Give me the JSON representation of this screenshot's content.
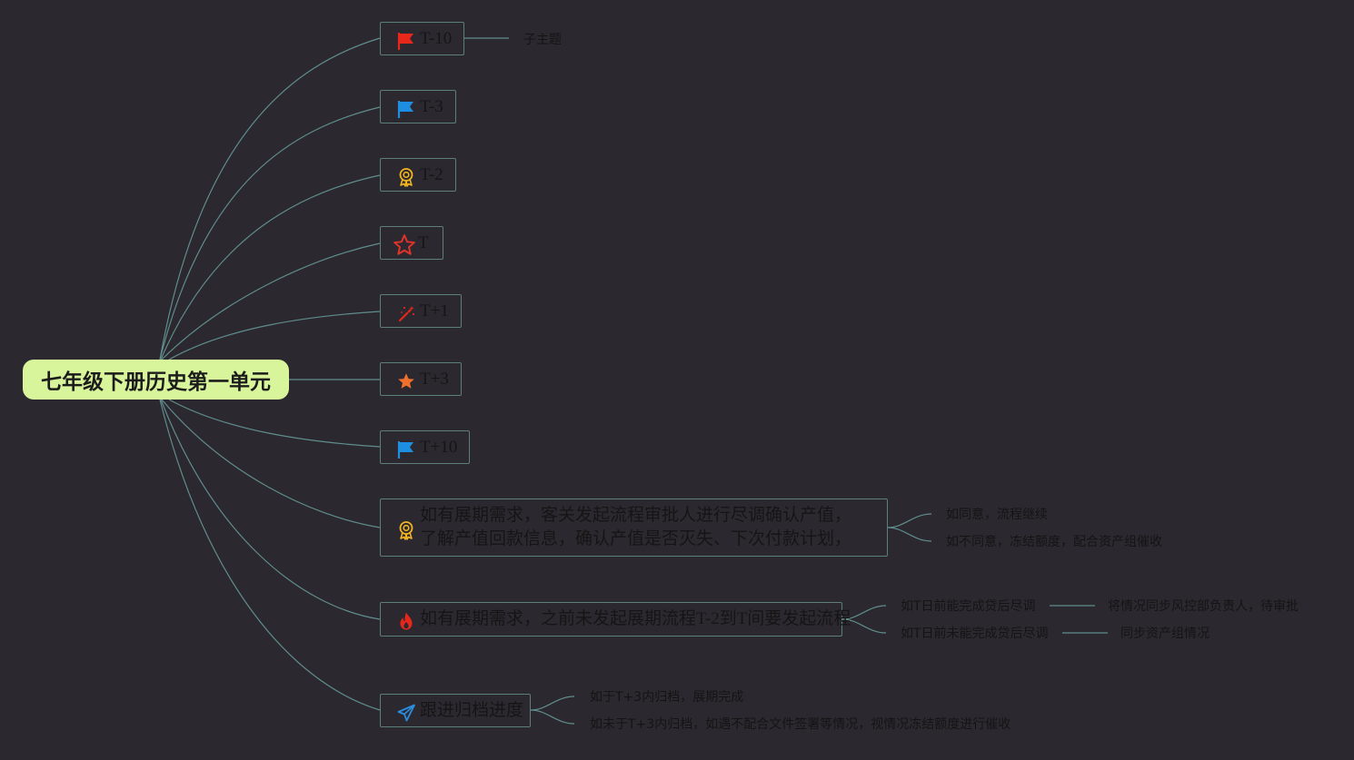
{
  "root": {
    "label": "七年级下册历史第一单元"
  },
  "topics": [
    {
      "id": "t-10",
      "label": "T-10",
      "icon": "flag-red-icon"
    },
    {
      "id": "t-3",
      "label": "T-3",
      "icon": "flag-blue-icon"
    },
    {
      "id": "t-2",
      "label": "T-2",
      "icon": "award-medal-icon"
    },
    {
      "id": "t",
      "label": "T",
      "icon": "star-outline-icon"
    },
    {
      "id": "t+1",
      "label": "T+1",
      "icon": "magic-wand-icon"
    },
    {
      "id": "t+3",
      "label": "T+3",
      "icon": "star-filled-icon"
    },
    {
      "id": "t+10",
      "label": "T+10",
      "icon": "flag-blue-icon"
    },
    {
      "id": "extension-request",
      "label": "如有展期需求，客关发起流程审批人进行尽调确认产值，了解产值回款信息，确认产值是否灭失、下次付款计划，",
      "icon": "award-medal-icon"
    },
    {
      "id": "extension-flow",
      "label": "如有展期需求，之前未发起展期流程T-2到T间要发起流程",
      "icon": "fire-icon"
    },
    {
      "id": "archive-progress",
      "label": "跟进归档进度",
      "icon": "paper-plane-icon"
    }
  ],
  "subtopics": [
    {
      "id": "sub-0",
      "label": "子主题"
    },
    {
      "id": "sub-1",
      "label": "如同意，流程继续"
    },
    {
      "id": "sub-2",
      "label": "如不同意，冻结额度，配合资产组催收"
    },
    {
      "id": "sub-3",
      "label": "如T日前能完成贷后尽调"
    },
    {
      "id": "sub-4",
      "label": "将情况同步风控部负责人，待审批"
    },
    {
      "id": "sub-5",
      "label": "如T日前未能完成贷后尽调"
    },
    {
      "id": "sub-6",
      "label": "同步资产组情况"
    },
    {
      "id": "sub-7",
      "label": "如于T+3内归档，展期完成"
    },
    {
      "id": "sub-8",
      "label": "如未于T+3内归档，如遇不配合文件签署等情况，视情况冻结额度进行催收"
    }
  ],
  "colors": {
    "background": "#2c2830",
    "root_fill": "#d9f59c",
    "connector": "#5f8d8c",
    "topic_border": "#5c7e7c",
    "flag_red": "#e8271b",
    "flag_blue": "#1e8fe0",
    "medal": "#f2b522",
    "star_red": "#e2332a",
    "star_orange": "#f0702b",
    "plane_blue": "#2a8ee0"
  }
}
